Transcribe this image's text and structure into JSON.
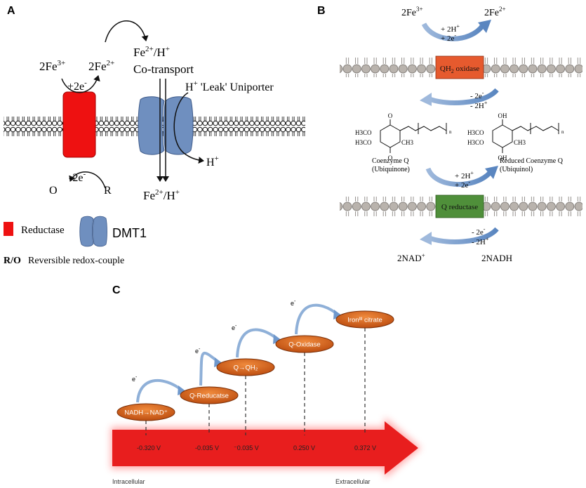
{
  "panel_a": {
    "letter": "A",
    "fe3": "2Fe",
    "fe3_sup": "3+",
    "fe2": "2Fe",
    "fe2_sup": "2+",
    "plus_2e": "+2e",
    "plus_2e_sup": "-",
    "minus_2e": "-2e",
    "minus_2e_sup": "-",
    "o_label": "O",
    "r_label": "R",
    "cotransport_line1_a": "Fe",
    "cotransport_line1_sup1": "2+",
    "cotransport_line1_b": "/H",
    "cotransport_line1_sup2": "+",
    "cotransport_line2": "Co-transport",
    "leak_h": "H",
    "leak_sup": "+",
    "leak_label": " 'Leak' Uniporter",
    "h_out": "H",
    "h_out_sup": "+",
    "bottom_a": "Fe",
    "bottom_sup1": "2+",
    "bottom_b": "/H",
    "bottom_sup2": "+",
    "legend": {
      "reductase": "Reductase",
      "dmt1": "DMT1",
      "ro_bold": "R/O",
      "ro_text": "Reversible redox-couple"
    },
    "colors": {
      "reductase": "#ee1111",
      "dmt1": "#6f8fbf"
    }
  },
  "panel_b": {
    "letter": "B",
    "fe3": "2Fe",
    "fe3_sup": "3+",
    "fe2": "2Fe",
    "fe2_sup": "2+",
    "top_plus_h": "+ 2H",
    "top_plus_h_sup": "+",
    "top_plus_e": "+ 2e",
    "top_plus_e_sup": "-",
    "oxidase_label_a": "QH",
    "oxidase_label_sub": "2",
    "oxidase_label_b": " oxidase",
    "mid_minus_e": "- 2e",
    "mid_minus_e_sup": "-",
    "mid_minus_h": "- 2H",
    "mid_minus_h_sup": "+",
    "coq_line1": "Coenzyme Q",
    "coq_line2": "(Ubiquinone)",
    "rcoq_line1": "Reduced Coenzyme Q",
    "rcoq_line2": "(Ubiquinol)",
    "struct_h3co": "H3CO",
    "struct_ch3": "CH3",
    "struct_oh": "OH",
    "struct_o": "O",
    "struct_n": "n",
    "low_plus_h": "+ 2H",
    "low_plus_h_sup": "+",
    "low_plus_e": "+ 2e",
    "low_plus_e_sup": "-",
    "reductase_label": "Q reductase",
    "bot_minus_e": "- 2e",
    "bot_minus_e_sup": "-",
    "bot_minus_h": "- 2H",
    "bot_minus_h_sup": "+",
    "nad": "2NAD",
    "nad_sup": "+",
    "nadh": "2NADH",
    "colors": {
      "oxidase": "#e65a2e",
      "reductase": "#4f8f3a"
    }
  },
  "panel_c": {
    "letter": "C",
    "electron": "e",
    "electron_sup": "-",
    "steps": [
      {
        "label": "NADH→NAD⁺",
        "voltage": "-0.320 V"
      },
      {
        "label": "Q-Reducatse",
        "voltage": "-0.035 V"
      },
      {
        "label": "Q→QH₂",
        "voltage": "⁻0.035 V"
      },
      {
        "label": "Q-Oxidase",
        "voltage": "0.250 V"
      },
      {
        "label": "Ironᴵᴵᴵ citrate",
        "voltage": "0.372 V"
      }
    ],
    "intracellular": "Intracellular",
    "extracellular": "Extracellular",
    "colors": {
      "arrow": "#e81e1e",
      "ellipse": "#d8631a"
    }
  }
}
